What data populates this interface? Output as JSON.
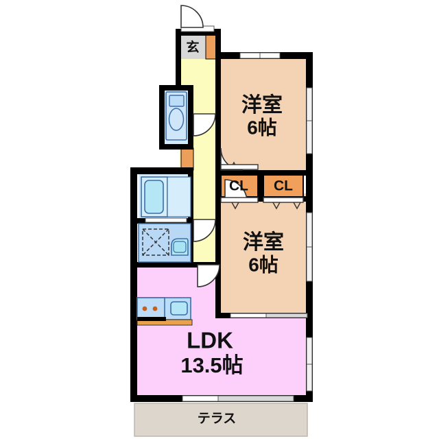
{
  "plan": {
    "title": "間取り図",
    "type": "apartment-floor-plan",
    "layout_code": "2LDK",
    "colors": {
      "wall": "#000000",
      "room_tatami": "#f4d3b4",
      "ldk_pink": "#fdd0fc",
      "hall_yellow": "#fcfcbf",
      "water_blue": "#bcdcf7",
      "bath_blue": "#b5e6f5",
      "closet_orange": "#f0a05a",
      "entrance_gray": "#d8d8d8",
      "terrace_gray": "#ddd6cc",
      "counter_wood": "#e9a14b",
      "background": "#ffffff"
    },
    "rooms": [
      {
        "id": "washitsu-north",
        "name": "洋室",
        "size": "6帖",
        "color": "#f4d3b4"
      },
      {
        "id": "washitsu-south",
        "name": "洋室",
        "size": "6帖",
        "color": "#f4d3b4"
      },
      {
        "id": "ldk",
        "name": "LDK",
        "size": "13.5帖",
        "color": "#fdd0fc"
      },
      {
        "id": "terrace",
        "name": "テラス",
        "size": "",
        "color": "#ddd6cc"
      }
    ],
    "labels": {
      "entrance": "玄",
      "closet_north": "CL",
      "closet_south": "CL",
      "room_north_name": "洋室",
      "room_north_size": "6帖",
      "room_south_name": "洋室",
      "room_south_size": "6帖",
      "ldk_name": "LDK",
      "ldk_size": "13.5帖",
      "terrace_name": "テラス"
    },
    "fixtures": [
      {
        "id": "toilet",
        "name": "toilet-fixture"
      },
      {
        "id": "bathtub",
        "name": "bathtub-fixture"
      },
      {
        "id": "vanity-sink",
        "name": "vanity-sink-fixture"
      },
      {
        "id": "washer-space",
        "name": "washing-machine-space"
      },
      {
        "id": "kitchen-stove",
        "name": "kitchen-stove-two-burner"
      },
      {
        "id": "kitchen-sink",
        "name": "kitchen-sink-fixture"
      }
    ]
  }
}
